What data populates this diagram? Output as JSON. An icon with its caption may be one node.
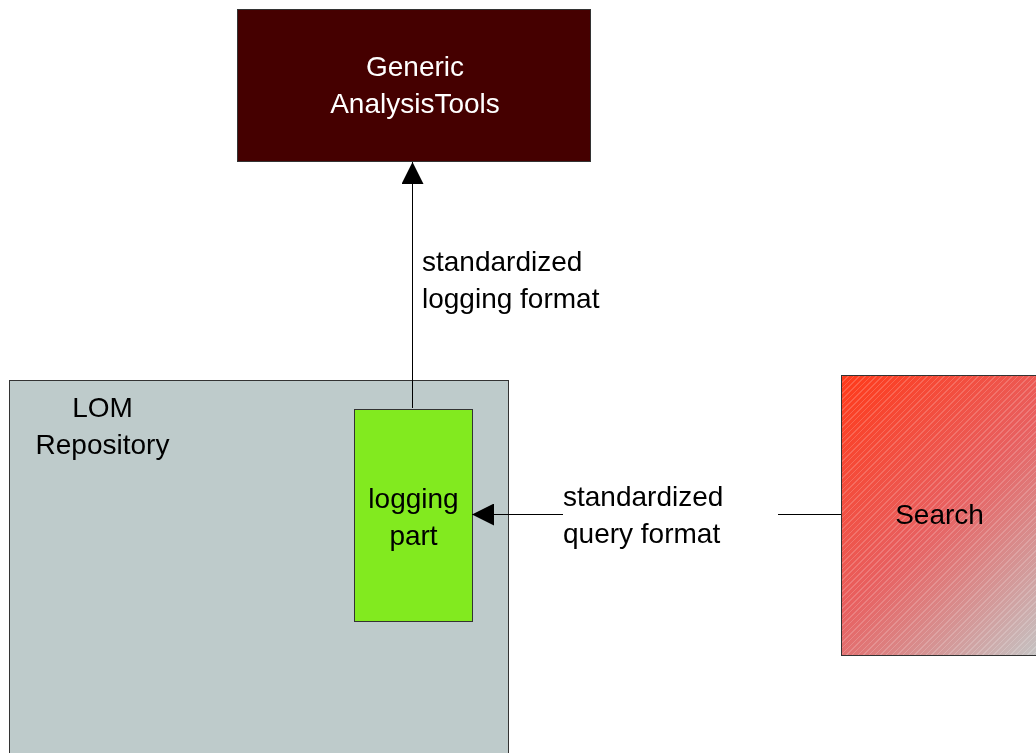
{
  "diagram": {
    "nodes": [
      {
        "text": [
          "Generic AnalysisTools"
        ]
      },
      {
        "text": [
          "LOM Repository"
        ]
      },
      {
        "text": [
          "logging part"
        ],
        "in": 1
      },
      {
        "text": [
          "Search"
        ]
      }
    ],
    "edges": [
      {
        "from": 2,
        "to": 0,
        "arrow": "to",
        "label": "standardized logging format"
      },
      {
        "from": 3,
        "to": 2,
        "arrow": "to",
        "label": "standardized query format"
      }
    ]
  }
}
